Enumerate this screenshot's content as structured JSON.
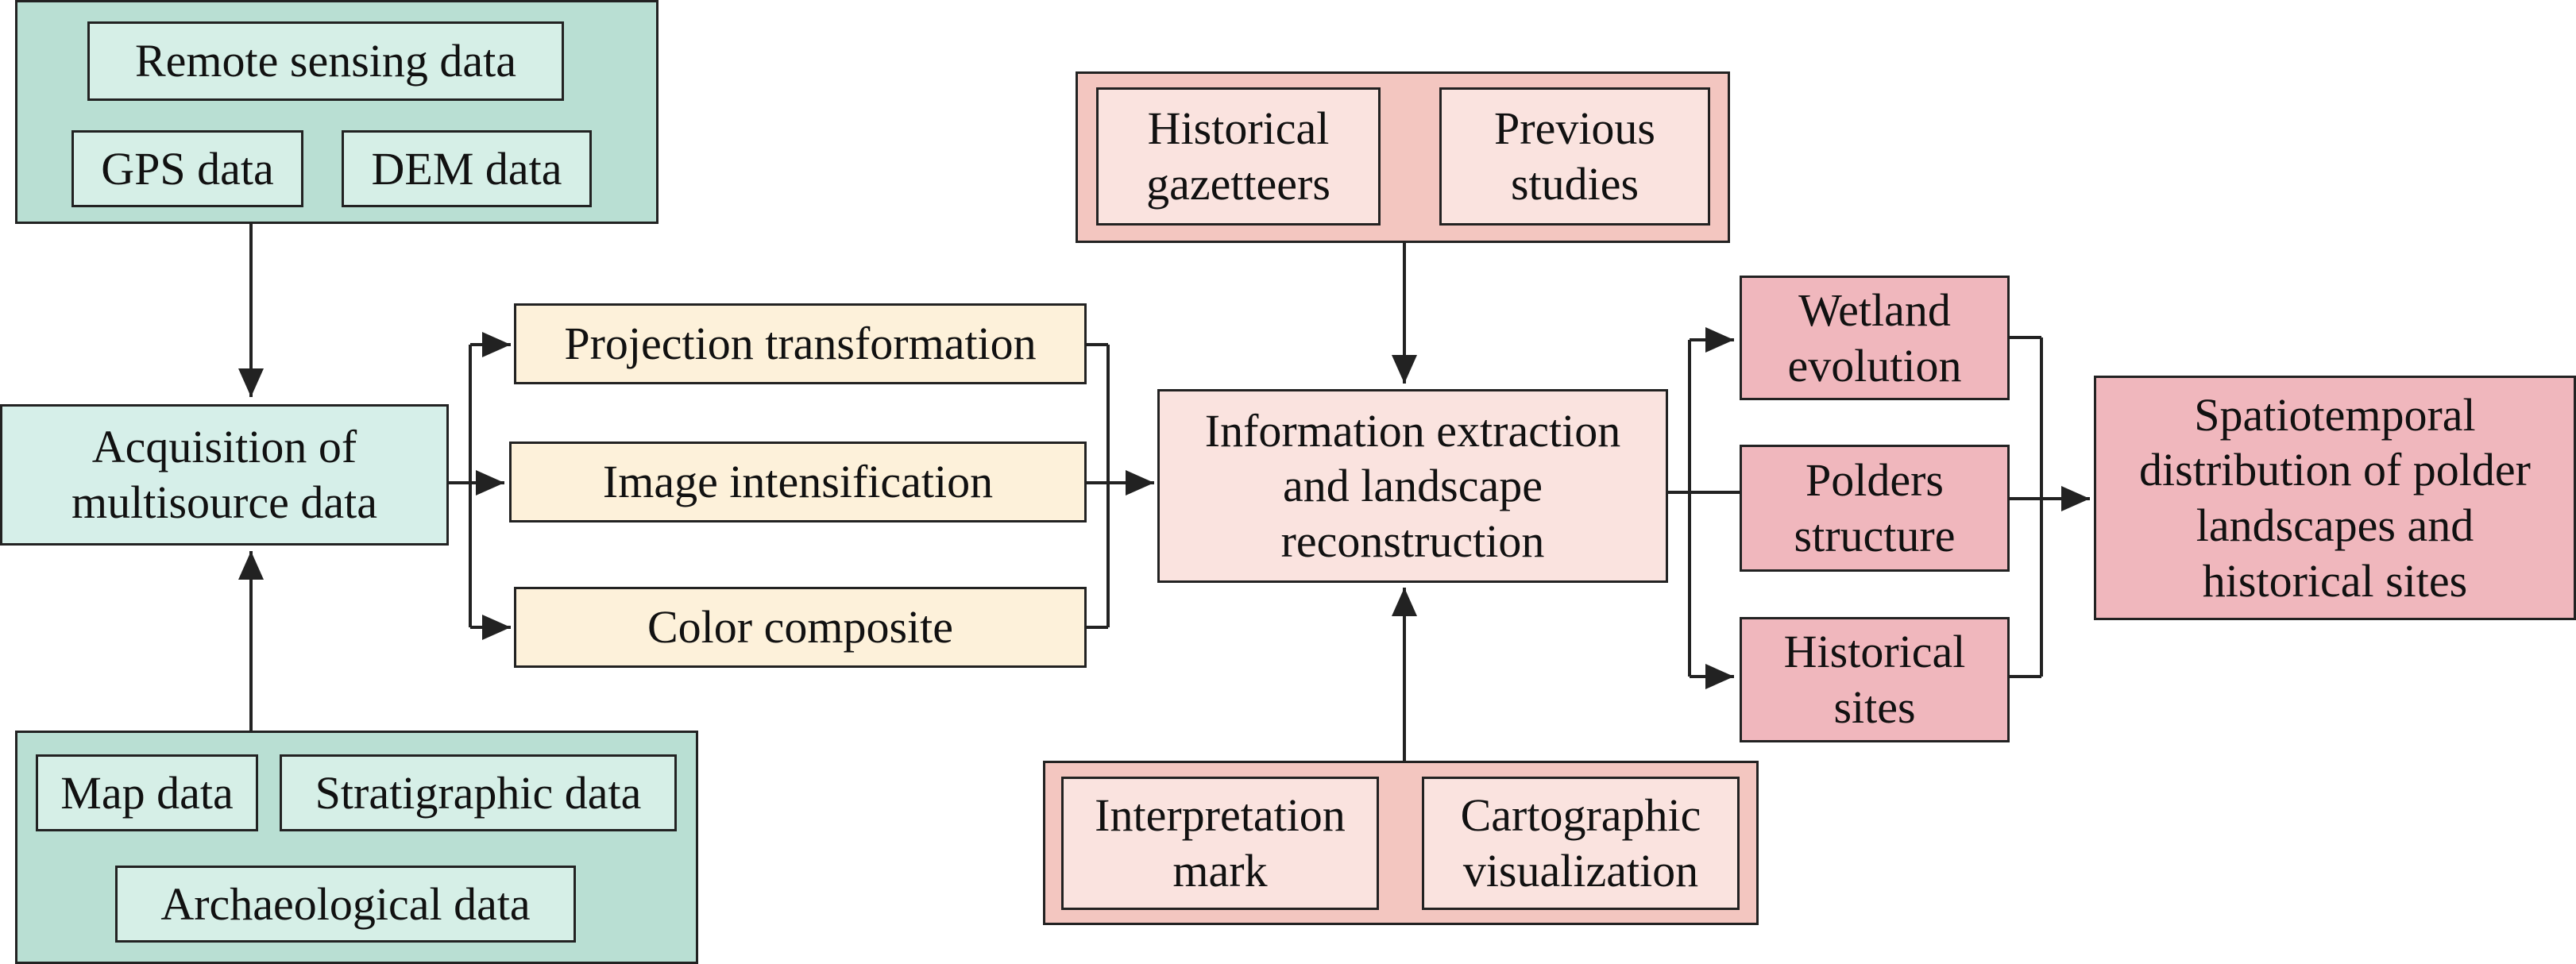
{
  "inputs_top": {
    "remote": "Remote sensing data",
    "gps": "GPS data",
    "dem": "DEM data"
  },
  "inputs_bottom": {
    "map": "Map data",
    "strat": "Stratigraphic data",
    "arch": "Archaeological data"
  },
  "acquisition": "Acquisition of\nmultisource data",
  "processing": {
    "projection": "Projection transformation",
    "intensification": "Image intensification",
    "composite": "Color composite"
  },
  "sources_top": {
    "gazetteers": "Historical\ngazetteers",
    "previous": "Previous\nstudies"
  },
  "sources_bottom": {
    "interpretation": "Interpretation\nmark",
    "cartographic": "Cartographic\nvisualization"
  },
  "extraction": "Information extraction\nand landscape\nreconstruction",
  "outputs": {
    "wetland": "Wetland\nevolution",
    "polders": "Polders\nstructure",
    "sites": "Historical\nsites"
  },
  "result": "Spatiotemporal\ndistribution of polder\nlandscapes and\nhistorical sites",
  "colors": {
    "green_group": "#b9dfd3",
    "acquisition": "#d6efe9",
    "processing": "#fdf1da",
    "salmon_group": "#f3c6c0",
    "extraction": "#fae3df",
    "outputs": "#f0b7bd",
    "line": "#222222"
  }
}
